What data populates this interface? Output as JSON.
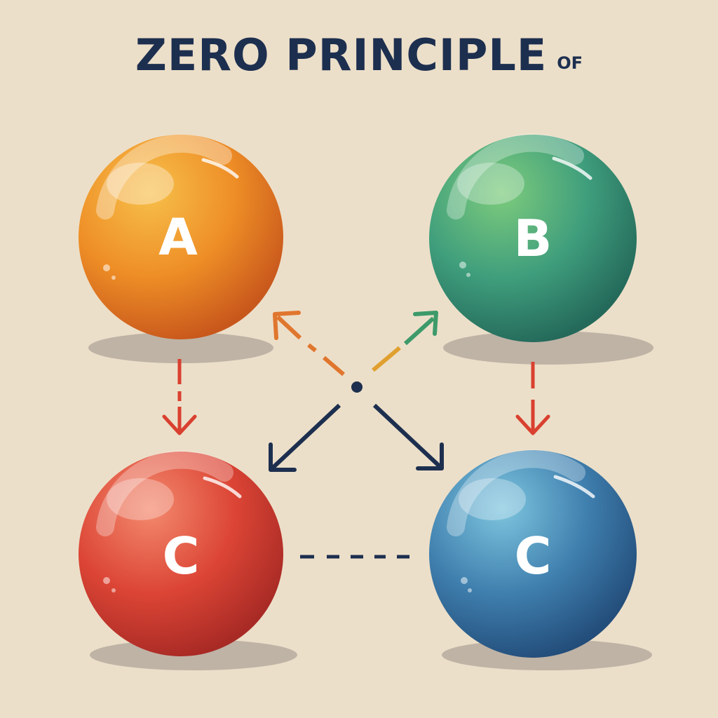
{
  "title": {
    "main": "ZERO PRINCIPLE",
    "suffix": "OF"
  },
  "nodes": [
    {
      "id": "a",
      "label": "A",
      "color_light": "#f7c04a",
      "color_mid": "#ee8e26",
      "color_dark": "#c8571c"
    },
    {
      "id": "b",
      "label": "B",
      "color_light": "#7dcb7c",
      "color_mid": "#3f9e7c",
      "color_dark": "#24695a"
    },
    {
      "id": "c1",
      "label": "C",
      "color_light": "#f38a6e",
      "color_mid": "#dc4535",
      "color_dark": "#a82a25"
    },
    {
      "id": "c2",
      "label": "C",
      "color_light": "#7ec6df",
      "color_mid": "#3f7fae",
      "color_dark": "#234d7a"
    }
  ],
  "colors": {
    "background": "#ecdfc9",
    "title": "#1d2f4f",
    "arrow_red": "#d9402f",
    "arrow_orange": "#e0762e",
    "arrow_green": "#3d9a6a",
    "arrow_navy": "#1d2f4f",
    "shadow": "#b7aca0"
  }
}
